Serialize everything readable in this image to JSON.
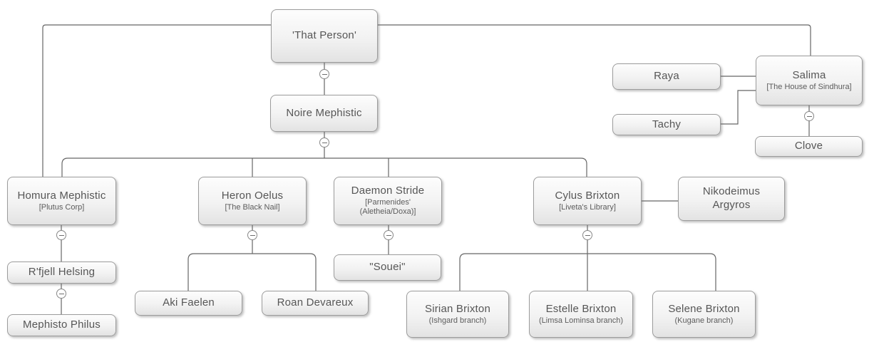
{
  "diagram": {
    "type": "family-tree-chart",
    "colors": {
      "background": "#ffffff",
      "node_fill_top": "#fdfdfd",
      "node_fill_bottom": "#e3e3e3",
      "node_border": "#9c9c9c",
      "connector_line": "#666666",
      "text": "#565656"
    },
    "icons": {
      "collapse_toggle": "minus"
    },
    "collapse_toggle_count": 8
  },
  "nodes": [
    {
      "id": "that-person",
      "label": "'That Person'"
    },
    {
      "id": "noire-mephistic",
      "label": "Noire Mephistic"
    },
    {
      "id": "raya",
      "label": "Raya"
    },
    {
      "id": "tachy",
      "label": "Tachy"
    },
    {
      "id": "salima",
      "label": "Salima",
      "sub1": "[The House of Sindhura]"
    },
    {
      "id": "clove",
      "label": "Clove"
    },
    {
      "id": "homura-mephistic",
      "label": "Homura Mephistic",
      "sub1": "[Plutus Corp]"
    },
    {
      "id": "heron-oelus",
      "label": "Heron Oelus",
      "sub1": "[The Black Nail]"
    },
    {
      "id": "daemon-stride",
      "label": "Daemon Stride",
      "sub1": "[Parmenides'",
      "sub2": "(Aletheia/Doxa)]"
    },
    {
      "id": "cylus-brixton",
      "label": "Cylus Brixton",
      "sub1": "[Liveta's Library]"
    },
    {
      "id": "nikodeimus-argyros",
      "label": "Nikodeimus Argyros"
    },
    {
      "id": "rfjell-helsing",
      "label": "R'fjell Helsing"
    },
    {
      "id": "mephisto-philus",
      "label": "Mephisto Philus"
    },
    {
      "id": "souei",
      "label": "\"Souei\""
    },
    {
      "id": "aki-faelen",
      "label": "Aki Faelen"
    },
    {
      "id": "roan-devareux",
      "label": "Roan Devareux"
    },
    {
      "id": "sirian-brixton",
      "label": "Sirian Brixton",
      "sub1": "(Ishgard branch)"
    },
    {
      "id": "estelle-brixton",
      "label": "Estelle Brixton",
      "sub1": "(Limsa Lominsa branch)"
    },
    {
      "id": "selene-brixton",
      "label": "Selene Brixton",
      "sub1": "(Kugane branch)"
    }
  ],
  "edges": [
    {
      "from": "that-person",
      "to": "homura-mephistic"
    },
    {
      "from": "that-person",
      "to": "salima"
    },
    {
      "from": "that-person",
      "to": "noire-mephistic"
    },
    {
      "from": "noire-mephistic",
      "to": "homura-mephistic"
    },
    {
      "from": "noire-mephistic",
      "to": "heron-oelus"
    },
    {
      "from": "noire-mephistic",
      "to": "daemon-stride"
    },
    {
      "from": "noire-mephistic",
      "to": "cylus-brixton"
    },
    {
      "from": "raya",
      "to": "salima"
    },
    {
      "from": "tachy",
      "to": "salima"
    },
    {
      "from": "salima",
      "to": "clove"
    },
    {
      "from": "homura-mephistic",
      "to": "rfjell-helsing"
    },
    {
      "from": "rfjell-helsing",
      "to": "mephisto-philus"
    },
    {
      "from": "heron-oelus",
      "to": "aki-faelen"
    },
    {
      "from": "heron-oelus",
      "to": "roan-devareux"
    },
    {
      "from": "daemon-stride",
      "to": "souei"
    },
    {
      "from": "cylus-brixton",
      "to": "nikodeimus-argyros"
    },
    {
      "from": "cylus-brixton",
      "to": "sirian-brixton"
    },
    {
      "from": "cylus-brixton",
      "to": "estelle-brixton"
    },
    {
      "from": "cylus-brixton",
      "to": "selene-brixton"
    }
  ]
}
